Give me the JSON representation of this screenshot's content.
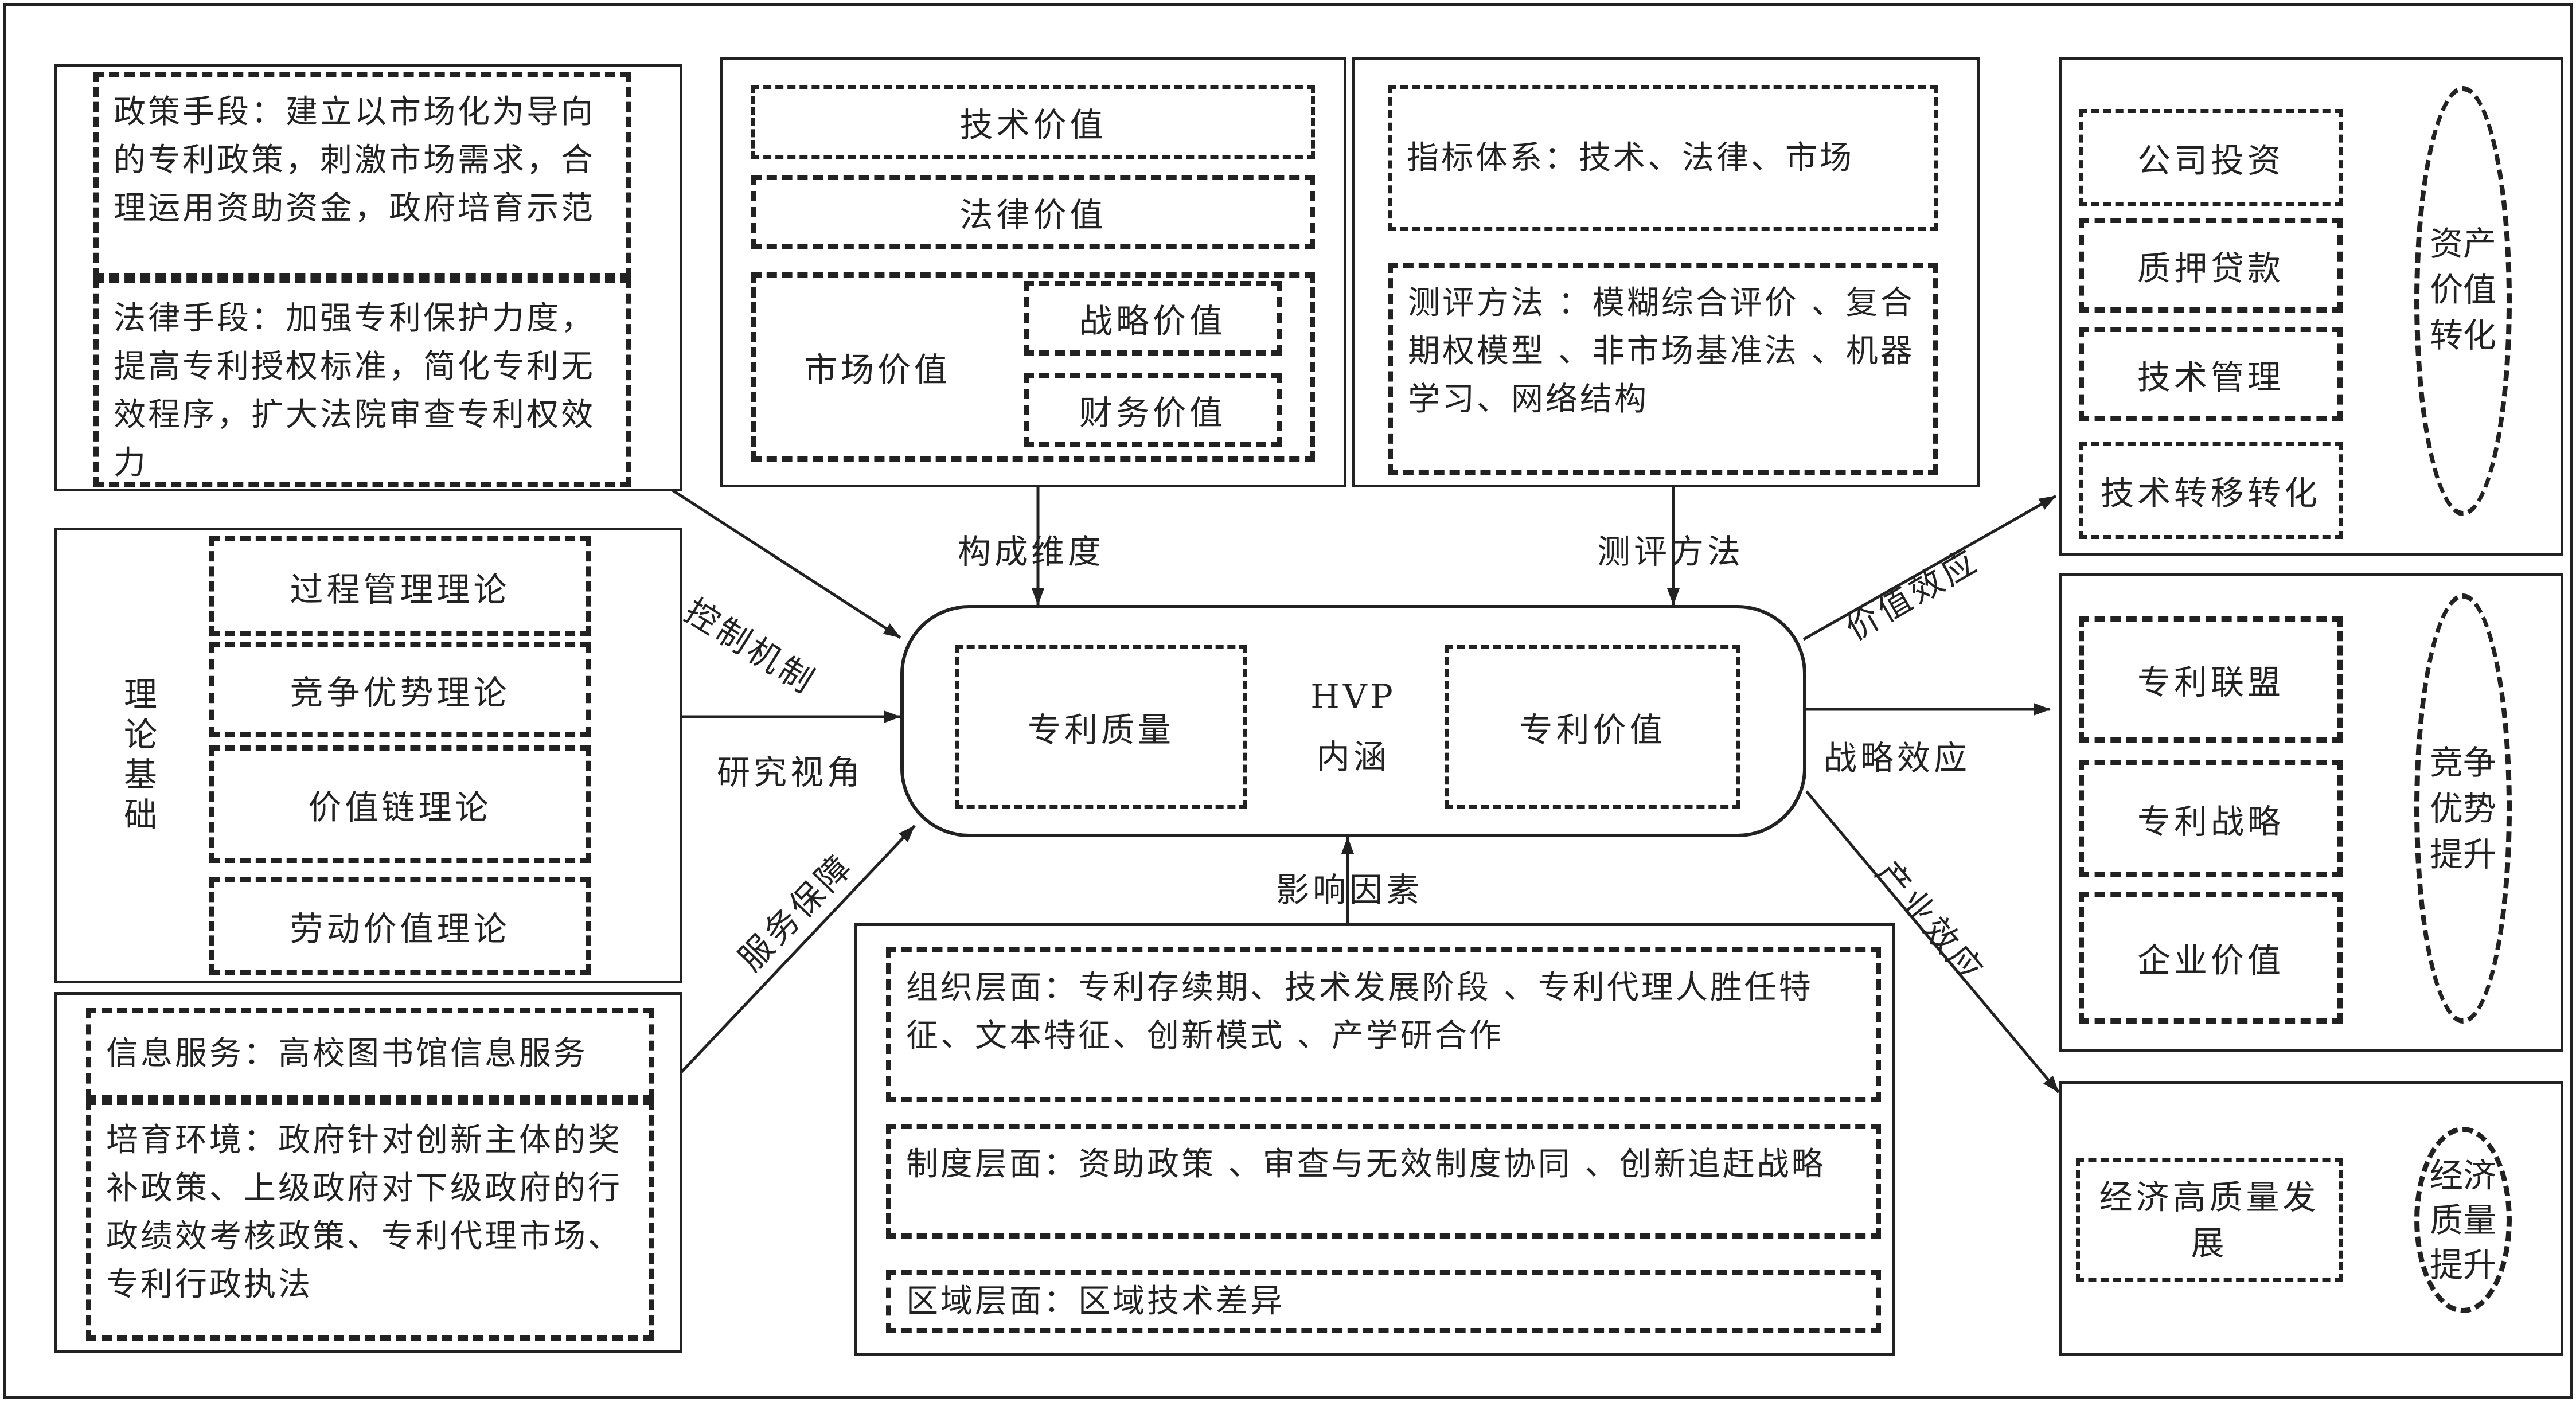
{
  "policy": {
    "policy_means": "政策手段：建立以市场化为导向的专利政策，刺激市场需求，合理运用资助资金，政府培育示范",
    "legal_means": "法律手段：加强专利保护力度，提高专利授权标准，简化专利无效程序，扩大法院审查专利权效力"
  },
  "theory": {
    "title": "理论基础",
    "items": [
      "过程管理理论",
      "竞争优势理论",
      "价值链理论",
      "劳动价值理论"
    ]
  },
  "service": {
    "info_service": "信息服务：高校图书馆信息服务",
    "environment": "培育环境：政府针对创新主体的奖补政策、上级政府对下级政府的行政绩效考核政策、专利代理市场、专利行政执法"
  },
  "value_dims": {
    "tech": "技术价值",
    "legal": "法律价值",
    "market": "市场价值",
    "strategic": "战略价值",
    "financial": "财务价值"
  },
  "evaluation": {
    "index": "指标体系：技术、法律、市场",
    "methods": "测评方法 ：模糊综合评价 、复合期权模型 、非市场基准法 、机器学习、网络结构"
  },
  "factors": {
    "org": "组织层面：专利存续期、技术发展阶段 、专利代理人胜任特征、文本特征、创新模式 、产学研合作",
    "system": "制度层面：资助政策 、审查与无效制度协同 、创新追赶战略",
    "region": "区域层面：区域技术差异"
  },
  "center": {
    "left": "专利质量",
    "mid1": "HVP",
    "mid2": "内涵",
    "right": "专利价值"
  },
  "arrows": {
    "control": "控制机制",
    "research": "研究视角",
    "service": "服务保障",
    "dimension": "构成维度",
    "method": "测评方法",
    "influence": "影响因素",
    "value_effect": "价值效应",
    "strategy_effect": "战略效应",
    "industry_effect": "产业效应"
  },
  "asset": {
    "items": [
      "公司投资",
      "质押贷款",
      "技术管理",
      "技术转移转化"
    ],
    "result": "资产价值转化"
  },
  "competition": {
    "items": [
      "专利联盟",
      "专利战略",
      "企业价值"
    ],
    "result": "竞争优势提升"
  },
  "economy": {
    "item": "经济高质量发展",
    "result": "经济质量提升"
  }
}
